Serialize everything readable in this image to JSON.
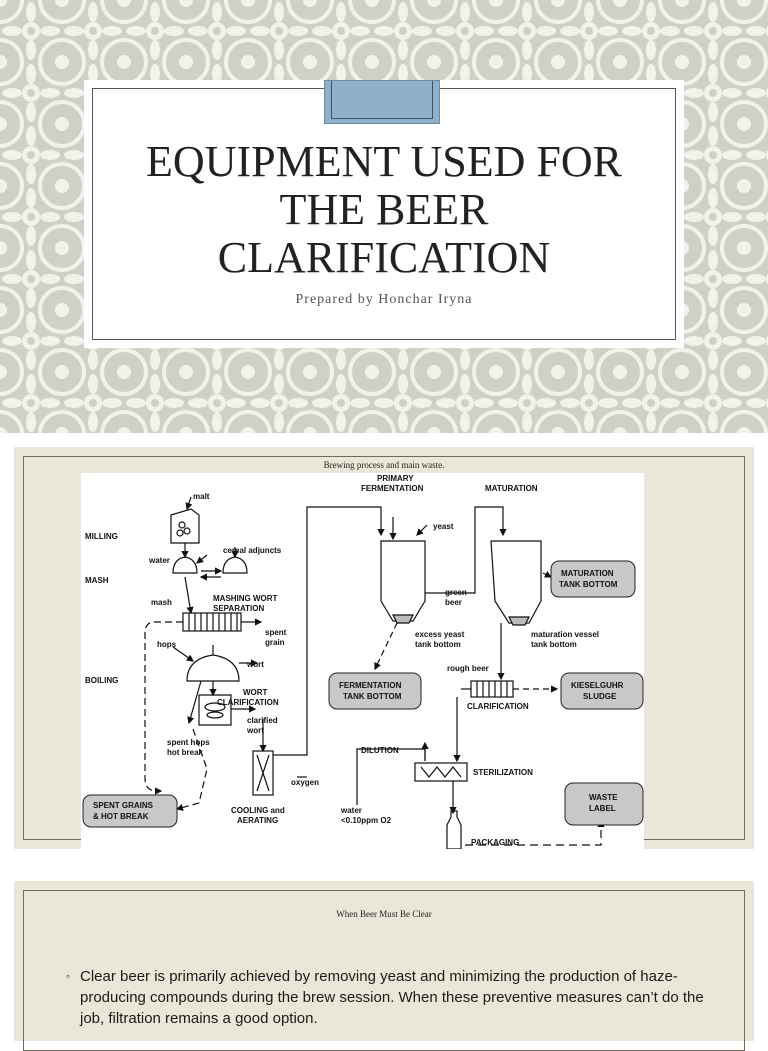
{
  "slide1": {
    "title_lines": [
      "EQUIPMENT USED FOR",
      "THE BEER",
      "CLARIFICATION"
    ],
    "subtitle": "Prepared by Honchar Iryna",
    "colors": {
      "background": "#cfd0c6",
      "pattern": "#f2f1ea",
      "tab": "#8fb0cb"
    }
  },
  "slide2": {
    "caption": "Brewing process and main waste.",
    "diagram": {
      "stage_labels": {
        "milling": "MILLING",
        "mash": "MASH",
        "boiling": "BOILING"
      },
      "labels": {
        "malt": "malt",
        "water": "water",
        "cereal_adjuncts": "cereal adjuncts",
        "mash": "mash",
        "mashing_1": "MASHING WORT",
        "mashing_2": "SEPARATION",
        "spent_grain_1": "spent",
        "spent_grain_2": "grain",
        "hops": "hops",
        "wort": "wort",
        "wort_clar_1": "WORT",
        "wort_clar_2": "CLARIFICATION",
        "clarified_1": "clarified",
        "clarified_2": "wort",
        "spent_hops_1": "spent hops",
        "spent_hops_2": "hot break",
        "oxygen": "oxygen",
        "cooling_1": "COOLING and",
        "cooling_2": "AERATING",
        "primary_1": "PRIMARY",
        "primary_2": "FERMENTATION",
        "yeast": "yeast",
        "green_1": "green",
        "green_2": "beer",
        "excess_1": "excess yeast",
        "excess_2": "tank bottom",
        "maturation": "MATURATION",
        "mat_vessel_1": "maturation vessel",
        "mat_vessel_2": "tank bottom",
        "rough_beer": "rough beer",
        "clarification": "CLARIFICATION",
        "dilution": "DILUTION",
        "sterilization": "STERILIZATION",
        "water_low_1": "water",
        "water_low_2": "<0.10ppm O2",
        "packaging": "PACKAGING"
      },
      "waste_boxes": {
        "spent_grains_1": "SPENT GRAINS",
        "spent_grains_2": "& HOT BREAK",
        "fermentation_1": "FERMENTATION",
        "fermentation_2": "TANK BOTTOM",
        "maturation_1": "MATURATION",
        "maturation_2": "TANK BOTTOM",
        "kieselguhr_1": "KIESELGUHR",
        "kieselguhr_2": "SLUDGE",
        "waste_label_1": "WASTE",
        "waste_label_2": "LABEL"
      }
    }
  },
  "slide3": {
    "heading": "When Beer Must Be Clear",
    "bullet": "Clear beer is primarily achieved by removing yeast and minimizing the production of haze-producing compounds during the brew session. When these preventive measures can’t do the job, filtration remains a good option."
  }
}
